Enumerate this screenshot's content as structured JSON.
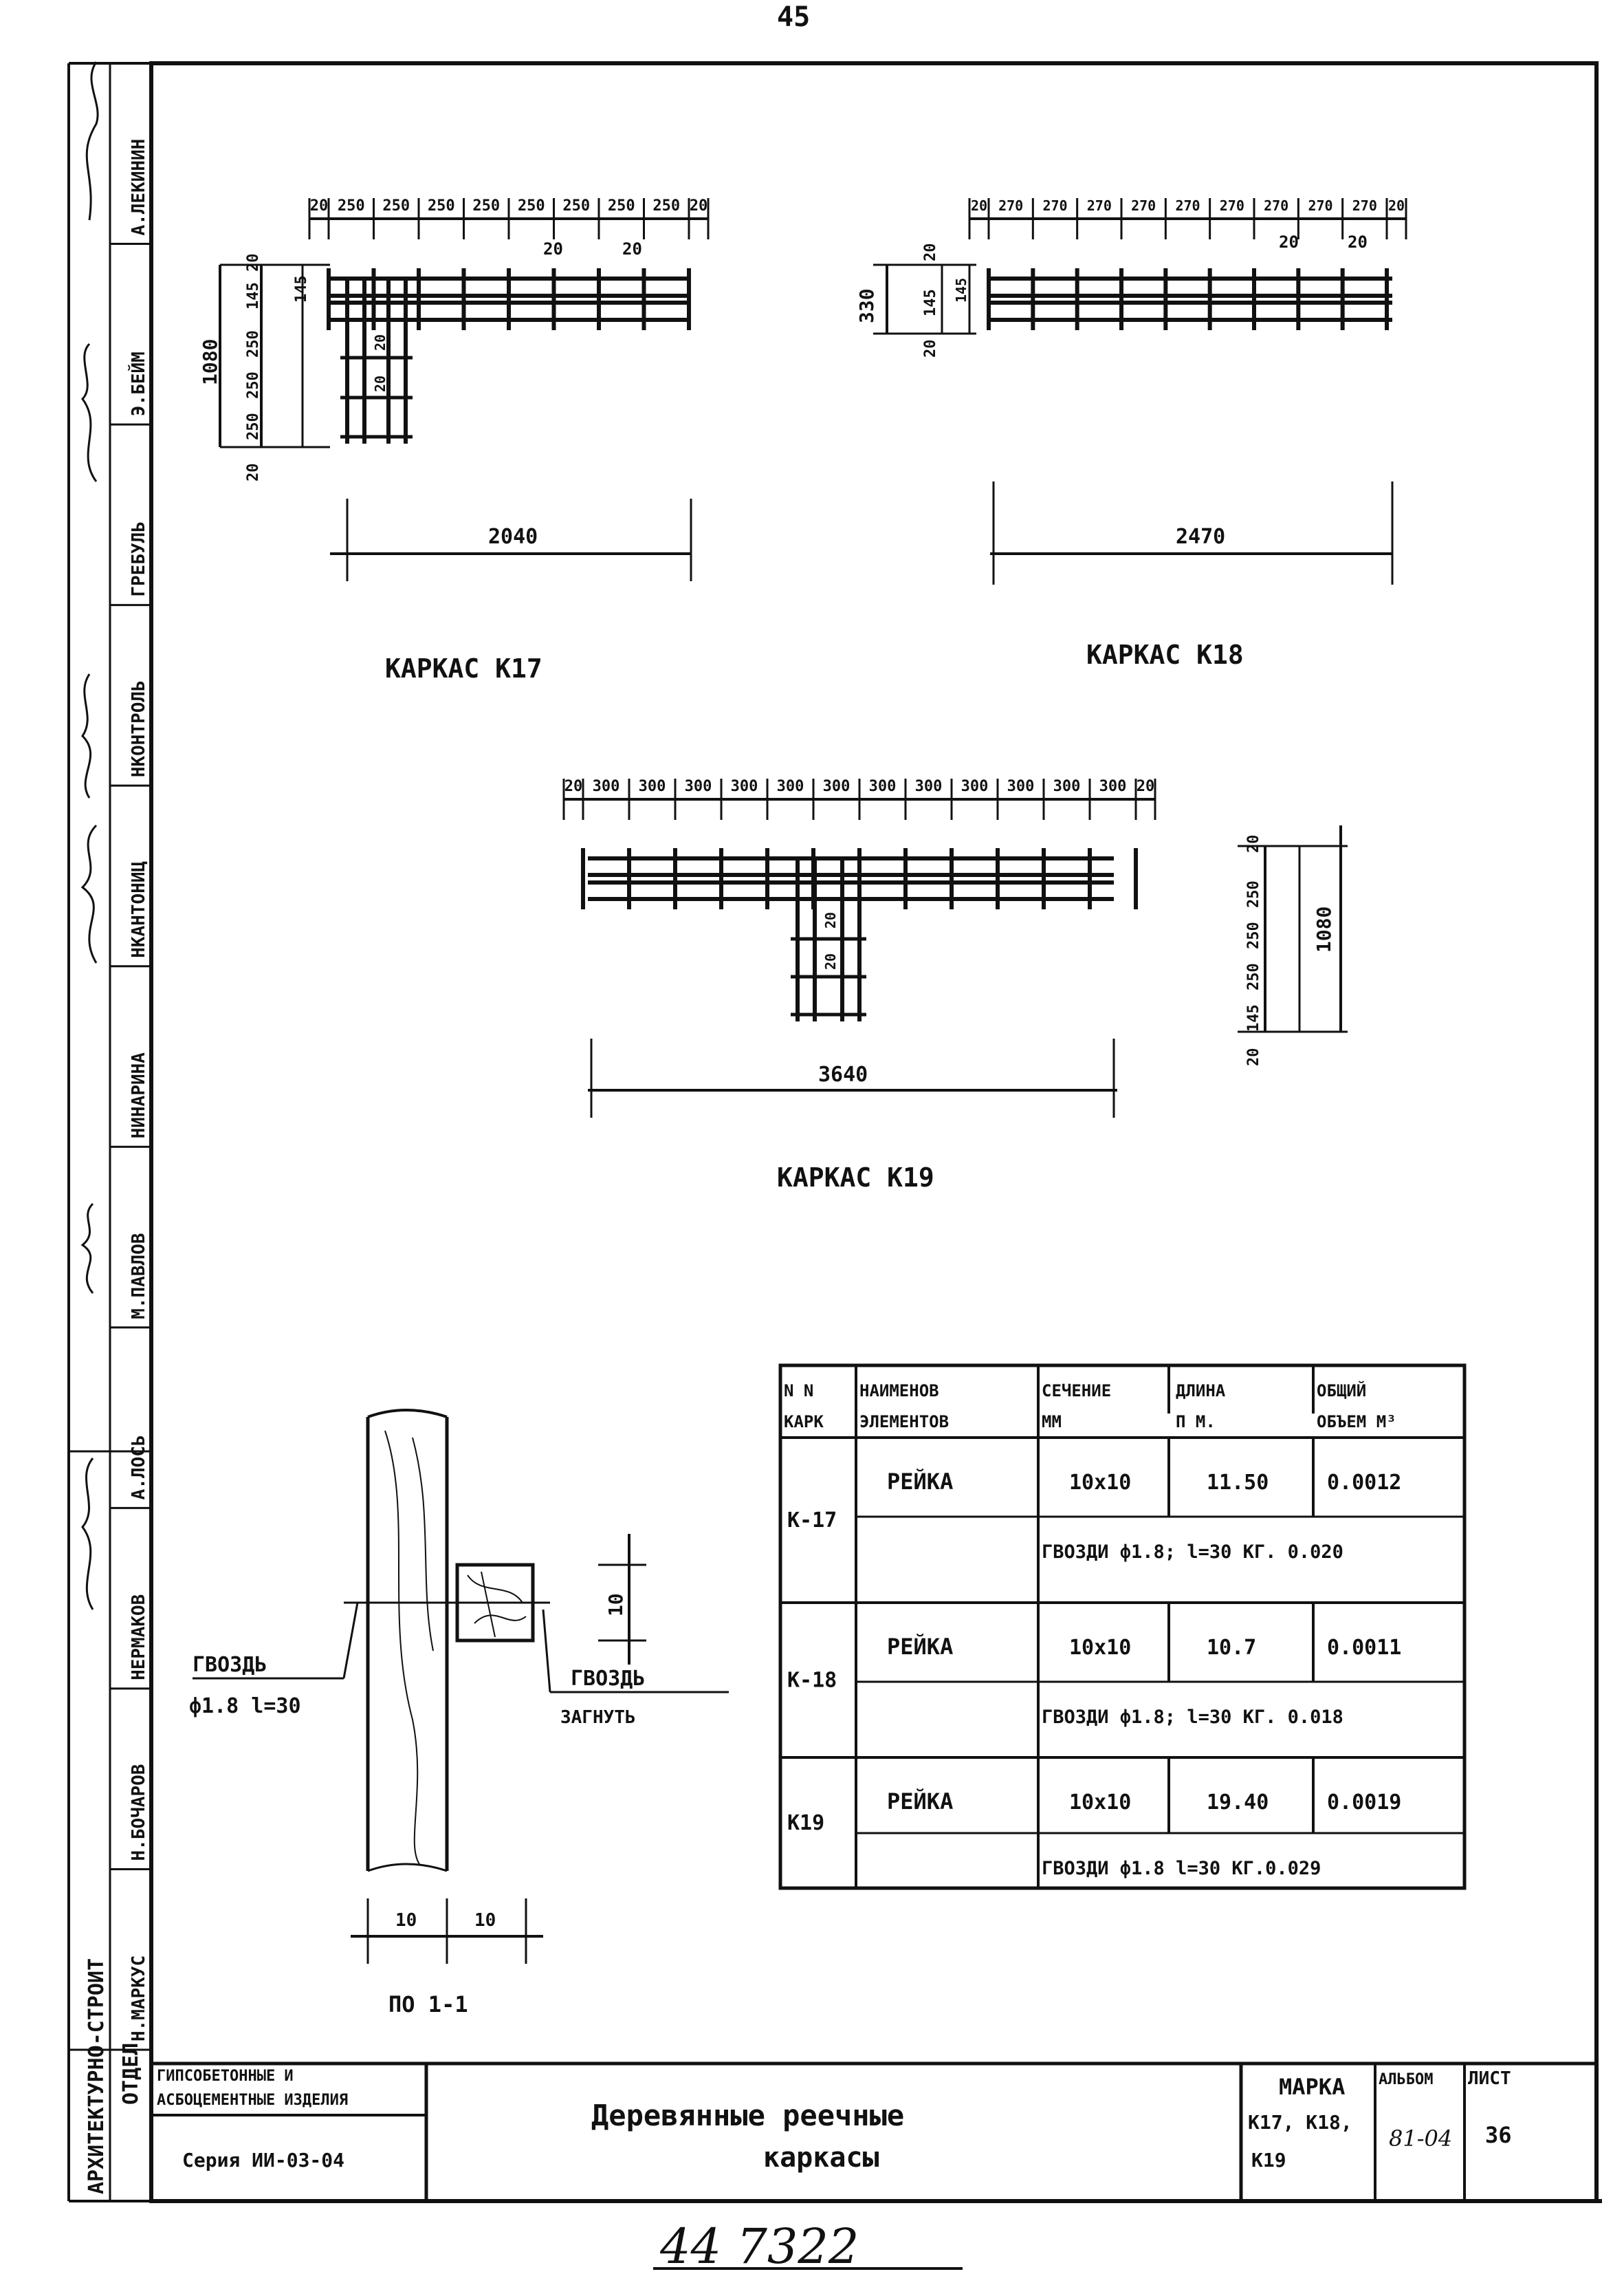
{
  "page_number": "45",
  "bottom_number": "44 7322",
  "side_stamp": {
    "org": [
      "АРХИТЕКТУРНО-СТРОИТ",
      "ОТДЕЛ"
    ],
    "names": [
      "Н.МАРКУС",
      "Н.БОЧАРОВ",
      "НЕРМАКОВ",
      "А.ЛОСЬ",
      "М.ПАВЛОВ",
      "НИНАРИНА",
      "НКАНТОНИЦ",
      "НКОНТРОЛЬ",
      "ГРЕБУЛЬ",
      "Э.БЕЙМ",
      "А.ЛЕКИНИН"
    ]
  },
  "frames": {
    "k17": {
      "caption": "КАРКАС  К17",
      "top_dims": [
        "20",
        "250",
        "250",
        "250",
        "250",
        "250",
        "250",
        "250",
        "250",
        "20"
      ],
      "sub_dims": [
        "20",
        "20"
      ],
      "left_dims": [
        "20",
        "250",
        "250",
        "250",
        "145",
        "20"
      ],
      "total_height": "1080",
      "inner_dims": [
        "145",
        "20",
        "20"
      ],
      "length": "2040"
    },
    "k18": {
      "caption": "КАРКАС  К18",
      "top_dims": [
        "20",
        "270",
        "270",
        "270",
        "270",
        "270",
        "270",
        "270",
        "270",
        "270",
        "20"
      ],
      "sub_dims": [
        "20",
        "20"
      ],
      "left_dims": [
        "20",
        "145",
        "20"
      ],
      "total_height": "330",
      "inner_dims": [
        "145"
      ],
      "length": "2470"
    },
    "k19": {
      "caption": "КАРКАС К19",
      "top_dims": [
        "20",
        "300",
        "300",
        "300",
        "300",
        "300",
        "300",
        "300",
        "300",
        "300",
        "300",
        "300",
        "300",
        "20"
      ],
      "right_dims": [
        "20",
        "145",
        "250",
        "250",
        "250",
        "20"
      ],
      "total_height": "1080",
      "inner_dims": [
        "20",
        "20"
      ],
      "length": "3640"
    }
  },
  "section": {
    "caption": "ПО 1-1",
    "nail_left": [
      "ГВОЗДЬ",
      "ф1.8  l=30"
    ],
    "nail_right": [
      "ГВОЗДЬ",
      "ЗАГНУТЬ"
    ],
    "dim_height": "10",
    "dim_bottom": [
      "10",
      "10"
    ]
  },
  "table": {
    "headers": [
      [
        "N N",
        "КАРК"
      ],
      [
        "НАИМЕНОВ",
        "ЭЛЕМЕНТОВ"
      ],
      [
        "СЕЧЕНИЕ",
        "ММ"
      ],
      [
        "ДЛИНА",
        "П М."
      ],
      [
        "ОБЩИЙ",
        "ОБЪЕМ М³"
      ]
    ],
    "groups": [
      {
        "id": "К-17",
        "item": "РЕЙКА",
        "section": "10х10",
        "length": "11.50",
        "volume": "0.0012",
        "nail": "ГВОЗДИ ф1.8; l=30    КГ. 0.020"
      },
      {
        "id": "К-18",
        "item": "РЕЙКА",
        "section": "10х10",
        "length": "10.7",
        "volume": "0.0011",
        "nail": "ГВОЗДИ ф1.8; l=30  КГ. 0.018"
      },
      {
        "id": "К19",
        "item": "РЕЙКА",
        "section": "10х10",
        "length": "19.40",
        "volume": "0.0019",
        "nail": "ГВОЗДИ ф1.8  l=30  КГ.0.029"
      }
    ]
  },
  "title_block": {
    "org": [
      "ГИПСОБЕТОННЫЕ И",
      "АСБОЦЕМЕНТНЫЕ ИЗДЕЛИЯ"
    ],
    "series": "Серия  ИИ-03-04",
    "title": [
      "Деревянные   реечные",
      "каркасы"
    ],
    "mark_label": "МАРКА",
    "mark_values": [
      "К17, К18,",
      "К19"
    ],
    "album_label": "АЛЬБОМ",
    "album_value": "81-04",
    "sheet_label": "ЛИСТ",
    "sheet_value": "36"
  }
}
